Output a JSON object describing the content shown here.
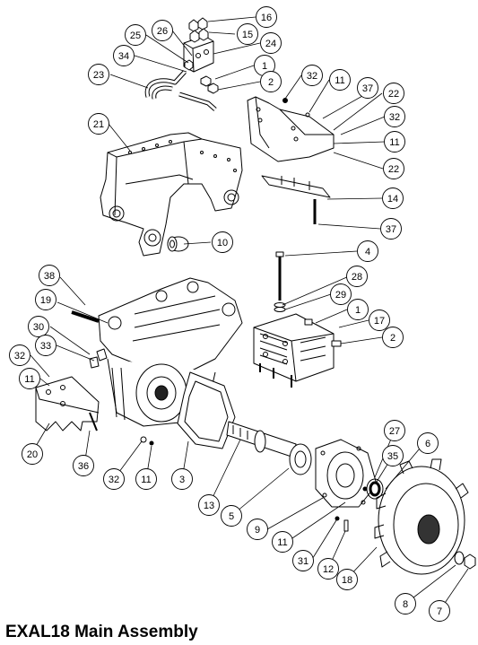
{
  "title": "EXAL18 Main Assembly",
  "balloons": [
    {
      "id": "b16a",
      "label": "16"
    },
    {
      "id": "b15",
      "label": "15"
    },
    {
      "id": "b26",
      "label": "26"
    },
    {
      "id": "b25",
      "label": "25"
    },
    {
      "id": "b24",
      "label": "24"
    },
    {
      "id": "b34",
      "label": "34"
    },
    {
      "id": "b1a",
      "label": "1"
    },
    {
      "id": "b23",
      "label": "23"
    },
    {
      "id": "b32a",
      "label": "32"
    },
    {
      "id": "b2a",
      "label": "2"
    },
    {
      "id": "b11a",
      "label": "11"
    },
    {
      "id": "b37a",
      "label": "37"
    },
    {
      "id": "b22a",
      "label": "22"
    },
    {
      "id": "b32b",
      "label": "32"
    },
    {
      "id": "b21",
      "label": "21"
    },
    {
      "id": "b11b",
      "label": "11"
    },
    {
      "id": "b22b",
      "label": "22"
    },
    {
      "id": "b14",
      "label": "14"
    },
    {
      "id": "b37b",
      "label": "37"
    },
    {
      "id": "b10",
      "label": "10"
    },
    {
      "id": "b4",
      "label": "4"
    },
    {
      "id": "b28",
      "label": "28"
    },
    {
      "id": "b38",
      "label": "38"
    },
    {
      "id": "b29",
      "label": "29"
    },
    {
      "id": "b19",
      "label": "19"
    },
    {
      "id": "b1b",
      "label": "1"
    },
    {
      "id": "b17",
      "label": "17"
    },
    {
      "id": "b30",
      "label": "30"
    },
    {
      "id": "b2b",
      "label": "2"
    },
    {
      "id": "b33",
      "label": "33"
    },
    {
      "id": "b32c",
      "label": "32"
    },
    {
      "id": "b11c",
      "label": "11"
    },
    {
      "id": "b27",
      "label": "27"
    },
    {
      "id": "b35",
      "label": "35"
    },
    {
      "id": "b6",
      "label": "6"
    },
    {
      "id": "b20",
      "label": "20"
    },
    {
      "id": "b36",
      "label": "36"
    },
    {
      "id": "b32d",
      "label": "32"
    },
    {
      "id": "b11d",
      "label": "11"
    },
    {
      "id": "b3",
      "label": "3"
    },
    {
      "id": "b13",
      "label": "13"
    },
    {
      "id": "b5",
      "label": "5"
    },
    {
      "id": "b9",
      "label": "9"
    },
    {
      "id": "b11e",
      "label": "11"
    },
    {
      "id": "b31",
      "label": "31"
    },
    {
      "id": "b12",
      "label": "12"
    },
    {
      "id": "b18",
      "label": "18"
    },
    {
      "id": "b8",
      "label": "8"
    },
    {
      "id": "b7",
      "label": "7"
    }
  ]
}
